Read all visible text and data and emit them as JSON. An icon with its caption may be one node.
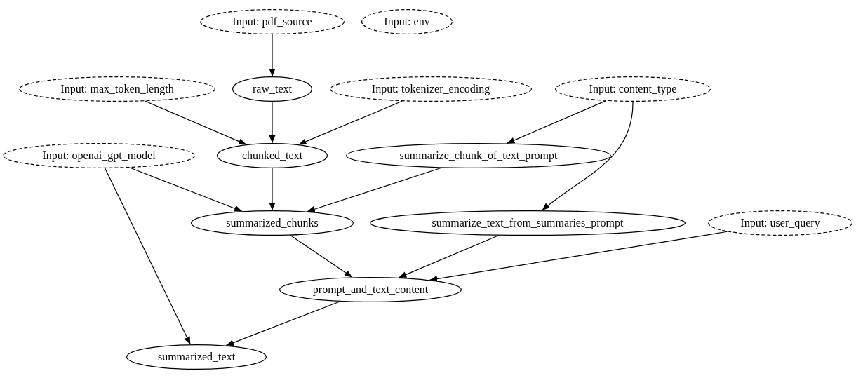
{
  "diagram": {
    "nodes": [
      {
        "text": [
          "Input: pdf_source"
        ]
      },
      {
        "text": [
          "Input: env"
        ]
      },
      {
        "text": [
          "Input: max_token_length"
        ]
      },
      {
        "text": [
          "raw_text"
        ]
      },
      {
        "text": [
          "Input: tokenizer_encoding"
        ]
      },
      {
        "text": [
          "Input: content_type"
        ]
      },
      {
        "text": [
          "Input: openai_gpt_model"
        ]
      },
      {
        "text": [
          "chunked_text"
        ]
      },
      {
        "text": [
          "summarize_chunk_of_text_prompt"
        ]
      },
      {
        "text": [
          "summarized_chunks"
        ]
      },
      {
        "text": [
          "summarize_text_from_summaries_prompt"
        ]
      },
      {
        "text": [
          "Input: user_query"
        ]
      },
      {
        "text": [
          "prompt_and_text_content"
        ]
      },
      {
        "text": [
          "summarized_text"
        ]
      }
    ],
    "edges": [
      {
        "from": 0,
        "to": 3,
        "arrow": "to"
      },
      {
        "from": 2,
        "to": 7,
        "arrow": "to"
      },
      {
        "from": 3,
        "to": 7,
        "arrow": "to"
      },
      {
        "from": 4,
        "to": 7,
        "arrow": "to"
      },
      {
        "from": 5,
        "to": 8,
        "arrow": "to"
      },
      {
        "from": 5,
        "to": 10,
        "arrow": "to"
      },
      {
        "from": 6,
        "to": 9,
        "arrow": "to"
      },
      {
        "from": 7,
        "to": 9,
        "arrow": "to"
      },
      {
        "from": 8,
        "to": 9,
        "arrow": "to"
      },
      {
        "from": 6,
        "to": 13,
        "arrow": "to"
      },
      {
        "from": 9,
        "to": 12,
        "arrow": "to"
      },
      {
        "from": 10,
        "to": 12,
        "arrow": "to"
      },
      {
        "from": 11,
        "to": 12,
        "arrow": "to"
      },
      {
        "from": 12,
        "to": 13,
        "arrow": "to"
      }
    ]
  }
}
